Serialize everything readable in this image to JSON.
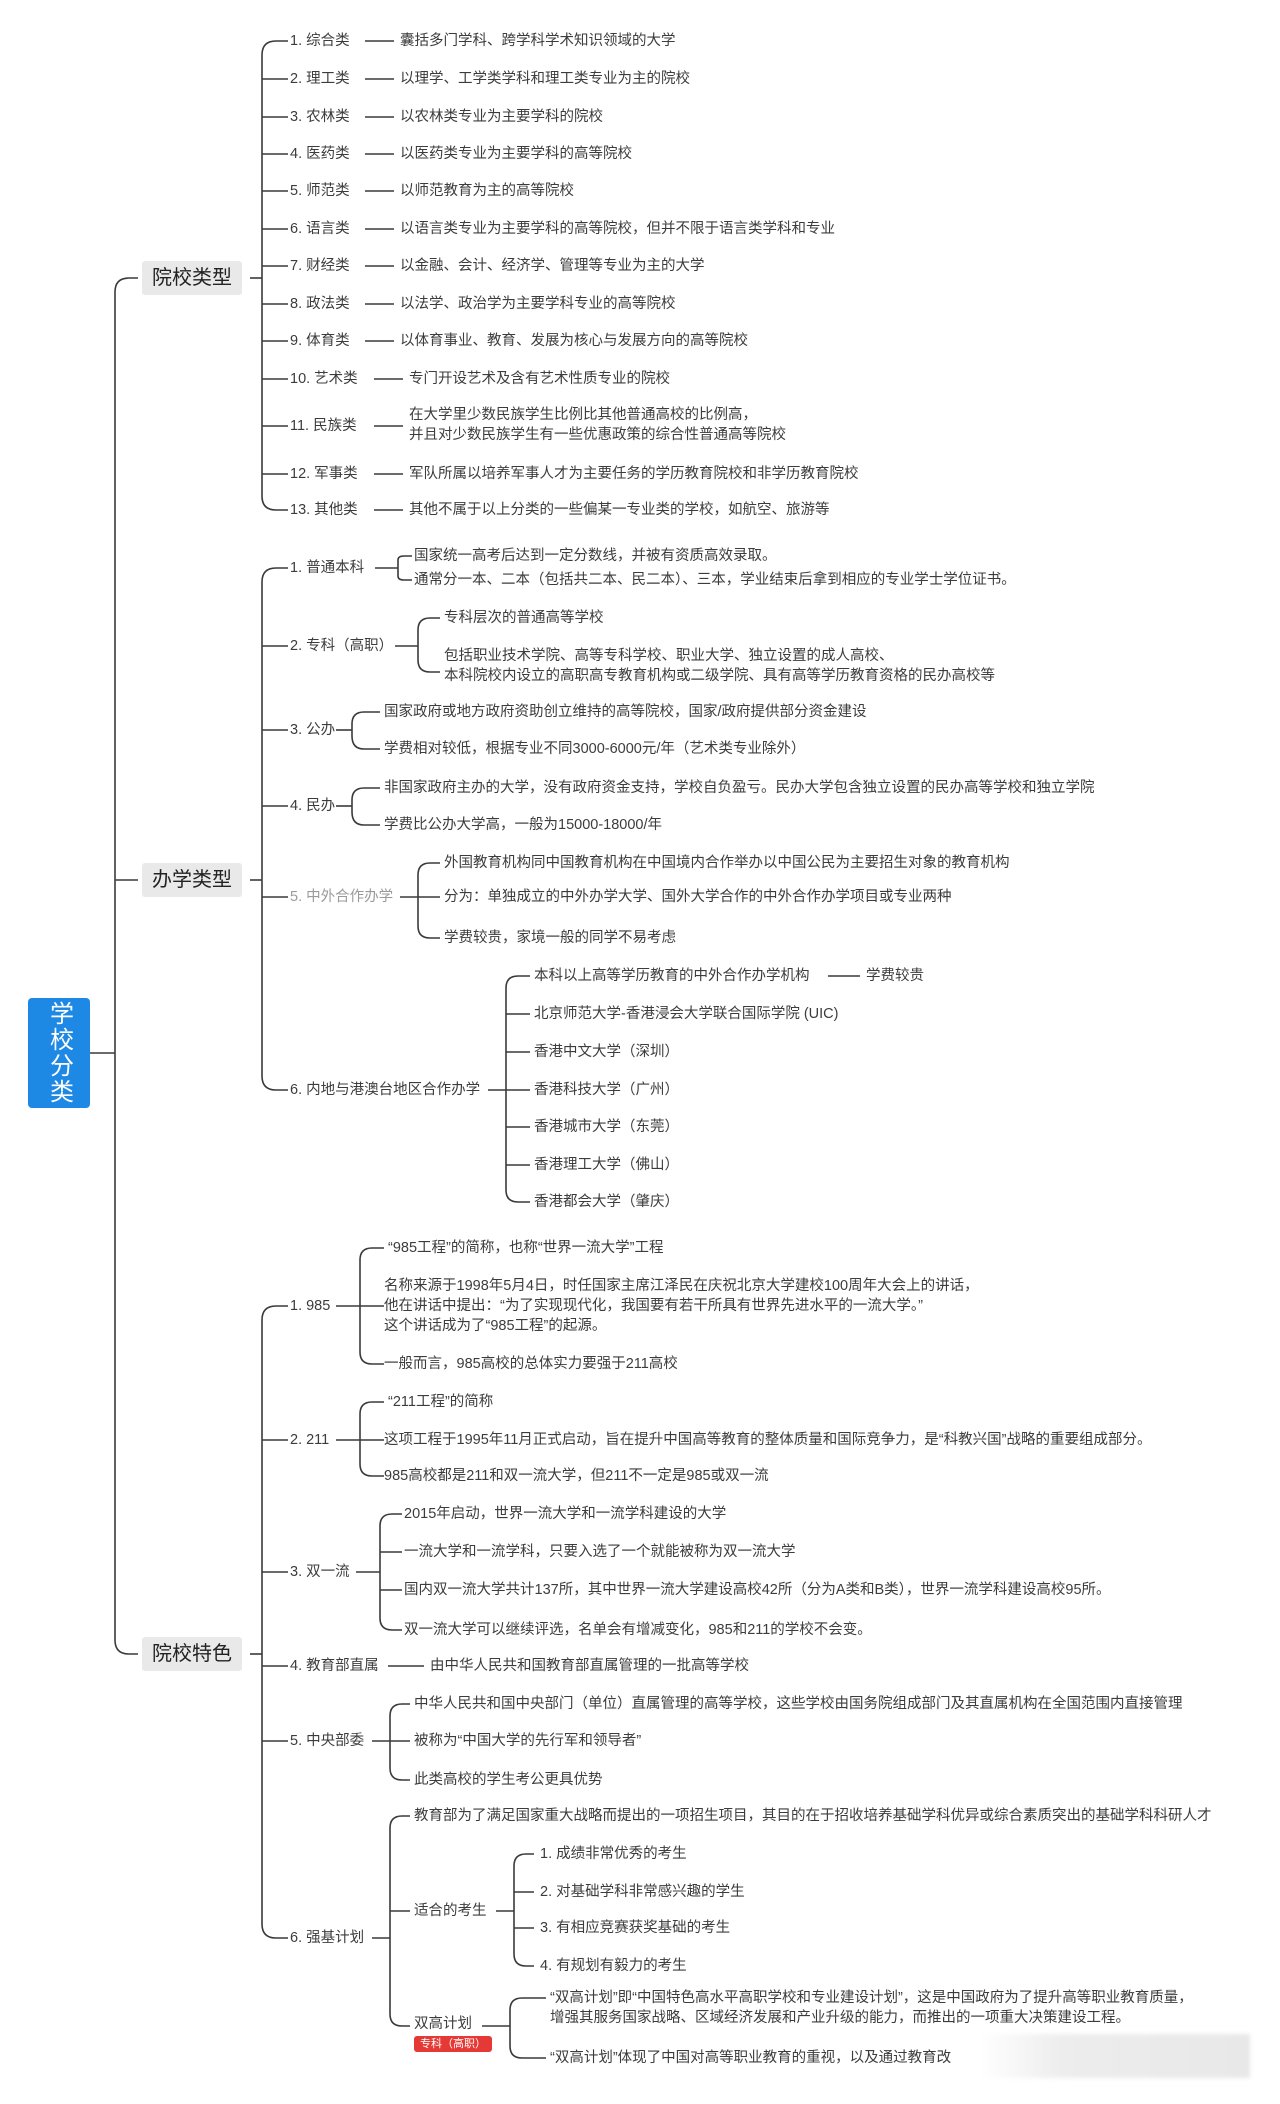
{
  "root": "学校分类",
  "cat1": {
    "label": "院校类型",
    "items": [
      {
        "label": "1. 综合类",
        "desc": "囊括多门学科、跨学科学术知识领域的大学"
      },
      {
        "label": "2. 理工类",
        "desc": "以理学、工学类学科和理工类专业为主的院校"
      },
      {
        "label": "3. 农林类",
        "desc": "以农林类专业为主要学科的院校"
      },
      {
        "label": "4. 医药类",
        "desc": "以医药类专业为主要学科的高等院校"
      },
      {
        "label": "5. 师范类",
        "desc": "以师范教育为主的高等院校"
      },
      {
        "label": "6. 语言类",
        "desc": "以语言类专业为主要学科的高等院校，但并不限于语言类学科和专业"
      },
      {
        "label": "7. 财经类",
        "desc": "以金融、会计、经济学、管理等专业为主的大学"
      },
      {
        "label": "8. 政法类",
        "desc": "以法学、政治学为主要学科专业的高等院校"
      },
      {
        "label": "9. 体育类",
        "desc": "以体育事业、教育、发展为核心与发展方向的高等院校"
      },
      {
        "label": "10. 艺术类",
        "desc": "专门开设艺术及含有艺术性质专业的院校"
      },
      {
        "label": "11. 民族类",
        "desc1": "在大学里少数民族学生比例比其他普通高校的比例高，",
        "desc2": "并且对少数民族学生有一些优惠政策的综合性普通高等院校"
      },
      {
        "label": "12. 军事类",
        "desc": "军队所属以培养军事人才为主要任务的学历教育院校和非学历教育院校"
      },
      {
        "label": "13. 其他类",
        "desc": "其他不属于以上分类的一些偏某一专业类的学校，如航空、旅游等"
      }
    ]
  },
  "cat2": {
    "label": "办学类型",
    "b1": {
      "label": "1. 普通本科",
      "d1": "国家统一高考后达到一定分数线，并被有资质高效录取。",
      "d2": "通常分一本、二本（包括共二本、民二本）、三本，学业结束后拿到相应的专业学士学位证书。"
    },
    "b2": {
      "label": "2. 专科（高职）",
      "d1": "专科层次的普通高等学校",
      "d2a": "包括职业技术学院、高等专科学校、职业大学、独立设置的成人高校、",
      "d2b": "本科院校内设立的高职高专教育机构或二级学院、具有高等学历教育资格的民办高校等"
    },
    "b3": {
      "label": "3. 公办",
      "d1": "国家政府或地方政府资助创立维持的高等院校，国家/政府提供部分资金建设",
      "d2": "学费相对较低，根据专业不同3000-6000元/年（艺术类专业除外）"
    },
    "b4": {
      "label": "4. 民办",
      "d1": "非国家政府主办的大学，没有政府资金支持，学校自负盈亏。民办大学包含独立设置的民办高等学校和独立学院",
      "d2": "学费比公办大学高，一般为15000-18000/年"
    },
    "b5": {
      "label": "5. 中外合作办学",
      "d1": "外国教育机构同中国教育机构在中国境内合作举办以中国公民为主要招生对象的教育机构",
      "d2": "分为：单独成立的中外办学大学、国外大学合作的中外合作办学项目或专业两种",
      "d3": "学费较贵，家境一般的同学不易考虑"
    },
    "b6": {
      "label": "6. 内地与港澳台地区合作办学",
      "first": "本科以上高等学历教育的中外合作办学机构",
      "first_tail": "学费较贵",
      "list": [
        "北京师范大学-香港浸会大学联合国际学院 (UIC)",
        "香港中文大学（深圳）",
        "香港科技大学（广州）",
        "香港城市大学（东莞）",
        "香港理工大学（佛山）",
        "香港都会大学（肇庆）"
      ]
    }
  },
  "cat3": {
    "label": "院校特色",
    "c1": {
      "label": "1. 985",
      "d1": "“985工程”的简称，也称“世界一流大学”工程",
      "d2a": "名称来源于1998年5月4日，时任国家主席江泽民在庆祝北京大学建校100周年大会上的讲话，",
      "d2b": "他在讲话中提出：“为了实现现代化，我国要有若干所具有世界先进水平的一流大学。”",
      "d2c": "这个讲话成为了“985工程”的起源。",
      "d3": "一般而言，985高校的总体实力要强于211高校"
    },
    "c2": {
      "label": "2. 211",
      "d1": "“211工程”的简称",
      "d2": "这项工程于1995年11月正式启动，旨在提升中国高等教育的整体质量和国际竞争力，是“科教兴国”战略的重要组成部分。",
      "d3": "985高校都是211和双一流大学，但211不一定是985或双一流"
    },
    "c3": {
      "label": "3. 双一流",
      "d1": "2015年启动，世界一流大学和一流学科建设的大学",
      "d2": "一流大学和一流学科，只要入选了一个就能被称为双一流大学",
      "d3": "国内双一流大学共计137所，其中世界一流大学建设高校42所（分为A类和B类），世界一流学科建设高校95所。",
      "d4": "双一流大学可以继续评选，名单会有增减变化，985和211的学校不会变。"
    },
    "c4": {
      "label": "4. 教育部直属",
      "d1": "由中华人民共和国教育部直属管理的一批高等学校"
    },
    "c5": {
      "label": "5. 中央部委",
      "d1": "中华人民共和国中央部门（单位）直属管理的高等学校，这些学校由国务院组成部门及其直属机构在全国范围内直接管理",
      "d2": "被称为“中国大学的先行军和领导者”",
      "d3": "此类高校的学生考公更具优势"
    },
    "c6": {
      "label": "6. 强基计划",
      "d1": "教育部为了满足国家重大战略而提出的一项招生项目，其目的在于招收培养基础学科优异或综合素质突出的基础学科科研人才",
      "sub1": "适合的考生",
      "sub1_items": [
        "1. 成绩非常优秀的考生",
        "2. 对基础学科非常感兴趣的学生",
        "3. 有相应竞赛获奖基础的考生",
        "4. 有规划有毅力的考生"
      ],
      "sub2": "双高计划",
      "badge": "专科（高职）",
      "s2a": "“双高计划”即“中国特色高水平高职学校和专业建设计划”，这是中国政府为了提升高等职业教育质量，",
      "s2b": "增强其服务国家战略、区域经济发展和产业升级的能力，而推出的一项重大决策建设工程。",
      "s2c": "“双高计划”体现了中国对高等职业教育的重视，以及通过教育改"
    }
  },
  "colors": {
    "root": "#1e88e5",
    "line": "#3a3a3a",
    "badge": "#e53935",
    "cat_bg": "#e9e9e9"
  }
}
